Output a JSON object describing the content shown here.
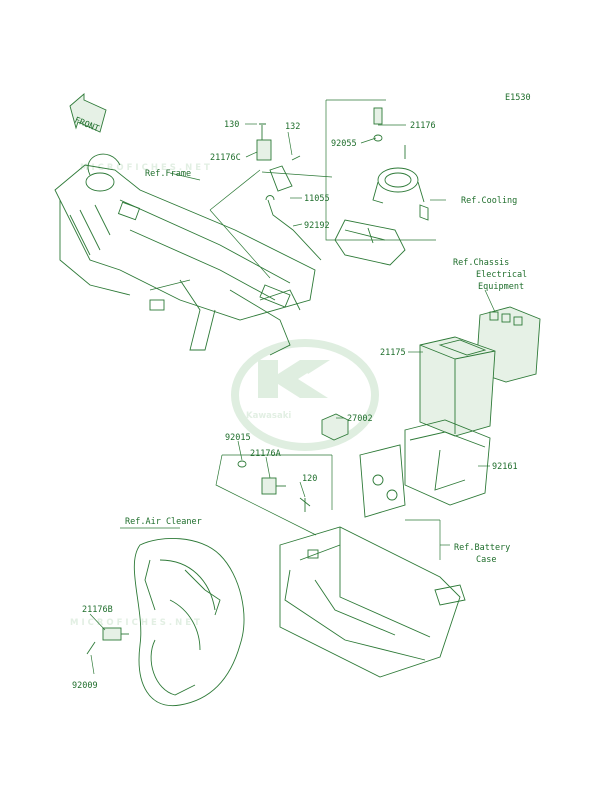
{
  "diagram_code": "E1530",
  "front_label": "FRONT",
  "watermark_logo_text": "Kawasaki",
  "watermark_site": "MICROFICHES.NET",
  "parts": [
    {
      "id": "p130",
      "label": "130"
    },
    {
      "id": "p132",
      "label": "132"
    },
    {
      "id": "p21176C",
      "label": "21176C"
    },
    {
      "id": "p11055",
      "label": "11055"
    },
    {
      "id": "p92192",
      "label": "92192"
    },
    {
      "id": "p92055",
      "label": "92055"
    },
    {
      "id": "p21176",
      "label": "21176"
    },
    {
      "id": "p21175",
      "label": "21175"
    },
    {
      "id": "p27002",
      "label": "27002"
    },
    {
      "id": "p92015",
      "label": "92015"
    },
    {
      "id": "p21176A",
      "label": "21176A"
    },
    {
      "id": "p120",
      "label": "120"
    },
    {
      "id": "p92161",
      "label": "92161"
    },
    {
      "id": "p21176B",
      "label": "21176B"
    },
    {
      "id": "p92009",
      "label": "92009"
    }
  ],
  "references": {
    "frame": "Ref.Frame",
    "cooling": "Ref.Cooling",
    "chassis": [
      "Ref.Chassis",
      "Electrical",
      "Equipment"
    ],
    "air_cleaner": "Ref.Air Cleaner",
    "battery_case": [
      "Ref.Battery",
      "Case"
    ]
  },
  "colors": {
    "line": "#2e7a38",
    "text": "#1f6e2c",
    "watermark": "#dfeee0"
  }
}
